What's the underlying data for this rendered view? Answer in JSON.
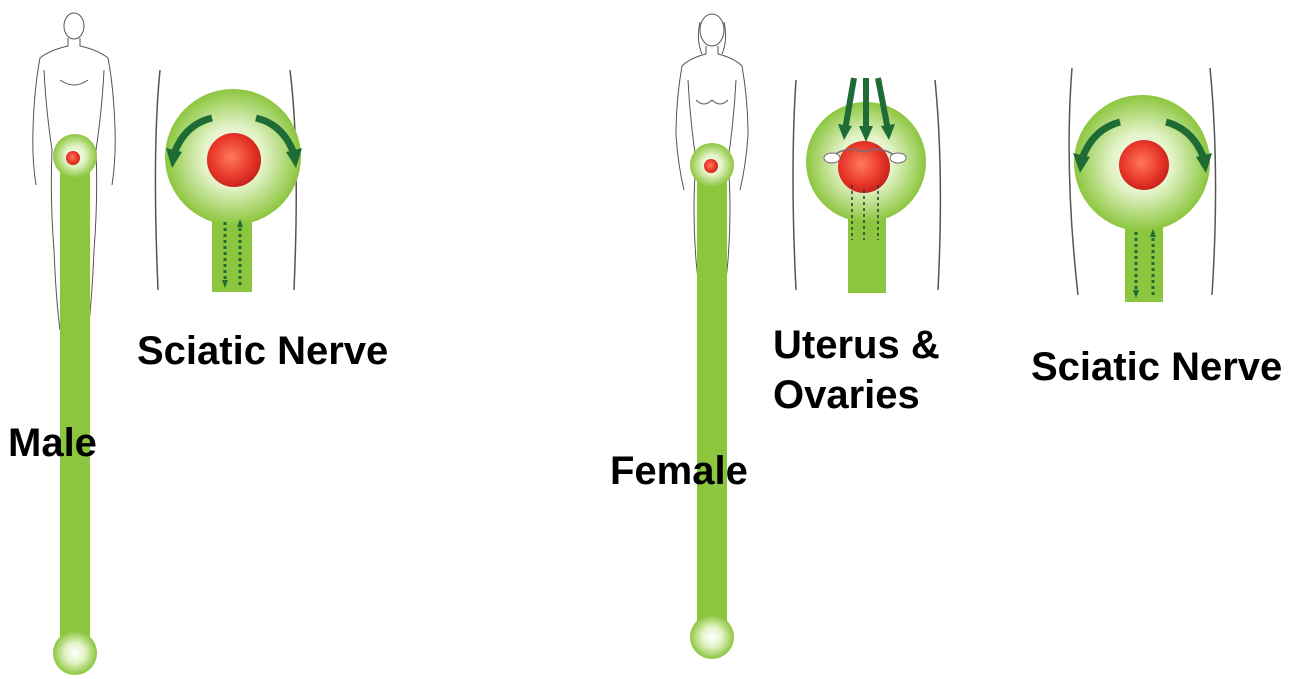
{
  "labels": {
    "male": "Male",
    "female": "Female",
    "sciatic_nerve_1": "Sciatic Nerve",
    "uterus_ovaries_line1": "Uterus &",
    "uterus_ovaries_line2": "Ovaries",
    "sciatic_nerve_2": "Sciatic Nerve"
  },
  "colors": {
    "green_bar": "#8cc63f",
    "green_light": "#eaf6d4",
    "dark_green_arrow": "#1f6b35",
    "red_center": "#e8362a",
    "outline": "#444444"
  }
}
